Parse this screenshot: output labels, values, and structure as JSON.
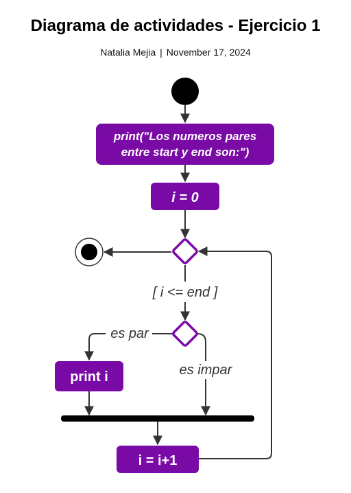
{
  "header": {
    "title": "Diagrama de actividades - Ejercicio 1",
    "author": "Natalia Mejia",
    "separator": "|",
    "date": "November 17, 2024"
  },
  "colors": {
    "node_fill": "#7a0aa5",
    "diamond_stroke": "#7a0aa5",
    "line": "#333333",
    "start": "#000000",
    "bar": "#000000"
  },
  "nodes": {
    "print_header_line1": "print(\"Los numeros pares",
    "print_header_line2": "entre start y end son:\")",
    "init": "i = 0",
    "print_i": "print i",
    "increment": "i = i+1"
  },
  "edges": {
    "loop_condition": "[ i <= end ]",
    "even": "es par",
    "odd": "es impar"
  }
}
